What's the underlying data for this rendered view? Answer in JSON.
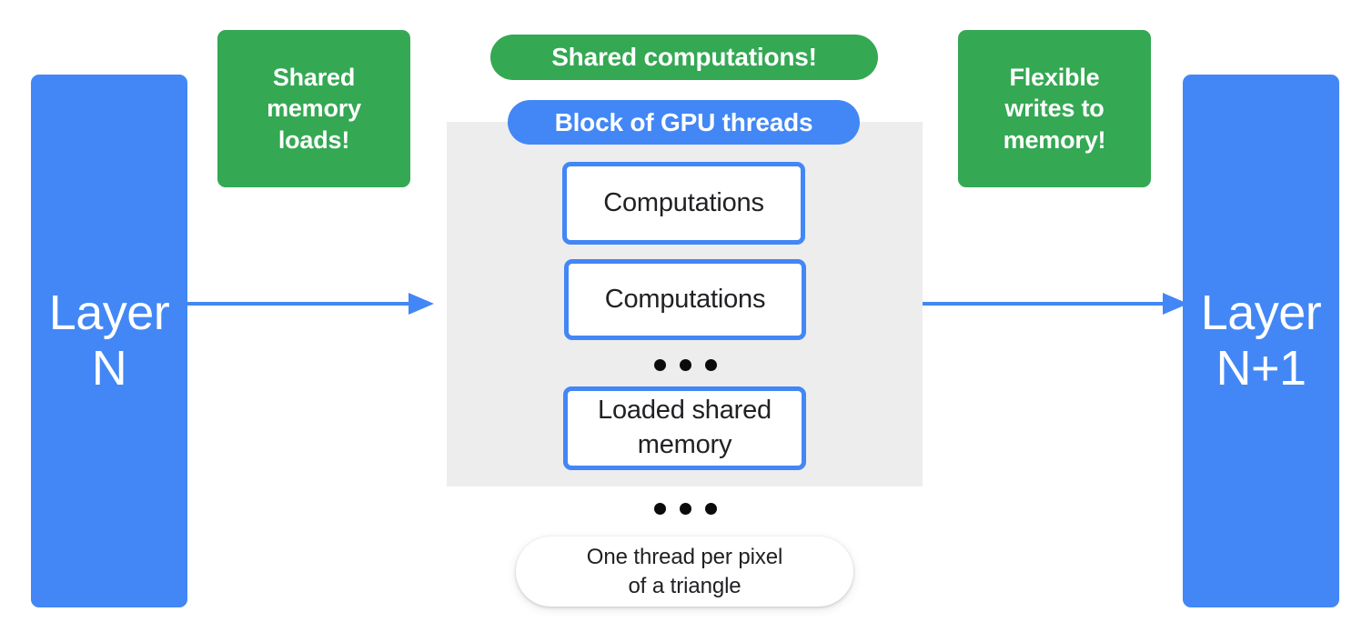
{
  "colors": {
    "blue": "#4287F5",
    "green": "#34A853",
    "panel_gray": "#EDEDED",
    "text_dark": "#202124",
    "white": "#FFFFFF"
  },
  "layers": {
    "input": {
      "label": "Layer\nN"
    },
    "output": {
      "label": "Layer\nN+1"
    }
  },
  "callouts": {
    "left": {
      "label": "Shared\nmemory\nloads!"
    },
    "right": {
      "label": "Flexible\nwrites to\nmemory!"
    }
  },
  "pills": {
    "shared_computations": {
      "label": "Shared computations!"
    },
    "block_of_gpu_threads": {
      "label": "Block of GPU threads"
    },
    "one_thread_per_pixel": {
      "label": "One thread per pixel\nof a triangle"
    }
  },
  "block": {
    "threads": [
      {
        "label": "Computations"
      },
      {
        "label": "Computations"
      },
      {
        "label": "Loaded shared\nmemory"
      }
    ],
    "ellipsis_inner": "• • •",
    "ellipsis_outer": "• • •"
  },
  "arrows": {
    "input_to_block": {
      "name": "arrow-layer-n-to-block"
    },
    "block_to_output": {
      "name": "arrow-block-to-layer-n1"
    }
  }
}
